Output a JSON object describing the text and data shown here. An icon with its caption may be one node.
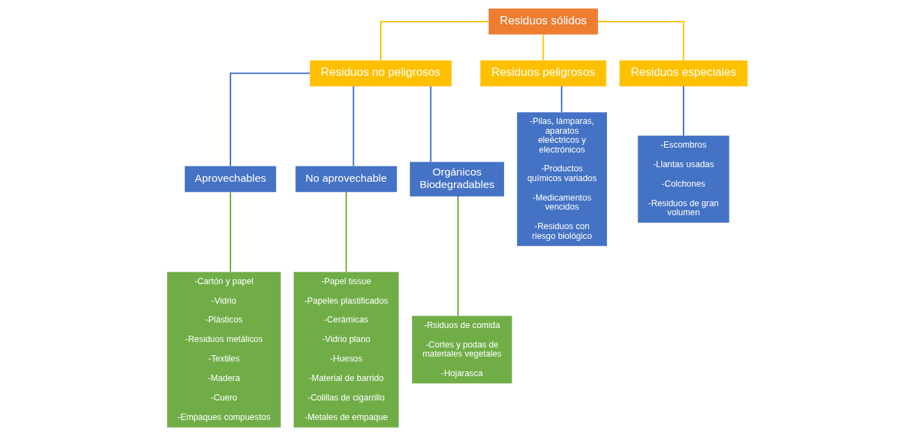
{
  "diagram": {
    "nodes": [
      {
        "text": [
          "Residuos sólidos"
        ]
      },
      {
        "text": [
          "Residuos no peligrosos"
        ]
      },
      {
        "text": [
          "Residuos peligrosos"
        ]
      },
      {
        "text": [
          "Residuos especiales"
        ]
      },
      {
        "text": [
          "Aprovechables"
        ]
      },
      {
        "text": [
          "No aprovechable"
        ]
      },
      {
        "text": [
          "Orgánicos Biodegradables"
        ]
      },
      {
        "text": [
          "-Cartón y papel",
          "-Vidrio",
          "-Plásticos",
          "-Residuos metálicos",
          "-Textiles",
          "-Madera",
          "-Cuero",
          "-Empaques compuestos"
        ]
      },
      {
        "text": [
          "-Papel tissue",
          "-Papeles plastificados",
          "-Cerámicas",
          "-Vidrio plano",
          "-Huesos",
          "-Material de barrido",
          "-Colillas de cigarrillo",
          "-Metales de empaque"
        ]
      },
      {
        "text": [
          "-Rsiduos de comida",
          "-Cortes y podas de materiales vegetales",
          "-Hojarasca"
        ]
      },
      {
        "text": [
          "-Pilas, lámparas, aparatos eleéctricos y electrónicos",
          "-Productos químicos variados",
          "-Medicamentos vencidos",
          "-Residuos con riesgo biológico"
        ]
      },
      {
        "text": [
          "-Escombros",
          "-Llantas usadas",
          "-Colchones",
          "-Residuos de gran volumen"
        ]
      }
    ],
    "edges": [
      {
        "from": 0,
        "to": 1,
        "arrow": "none",
        "color": "#ffc000"
      },
      {
        "from": 0,
        "to": 2,
        "arrow": "none",
        "color": "#ffc000"
      },
      {
        "from": 0,
        "to": 3,
        "arrow": "none",
        "color": "#ffc000"
      },
      {
        "from": 1,
        "to": 4,
        "arrow": "none"
      },
      {
        "from": 1,
        "to": 5,
        "arrow": "none"
      },
      {
        "from": 1,
        "to": 6,
        "arrow": "none"
      },
      {
        "from": 4,
        "to": 7,
        "arrow": "none",
        "color": "#70ad47"
      },
      {
        "from": 5,
        "to": 8,
        "arrow": "none",
        "color": "#70ad47"
      },
      {
        "from": 6,
        "to": 9,
        "arrow": "none",
        "color": "#70ad47"
      },
      {
        "from": 2,
        "to": 10,
        "arrow": "none"
      },
      {
        "from": 3,
        "to": 11,
        "arrow": "none"
      }
    ]
  }
}
